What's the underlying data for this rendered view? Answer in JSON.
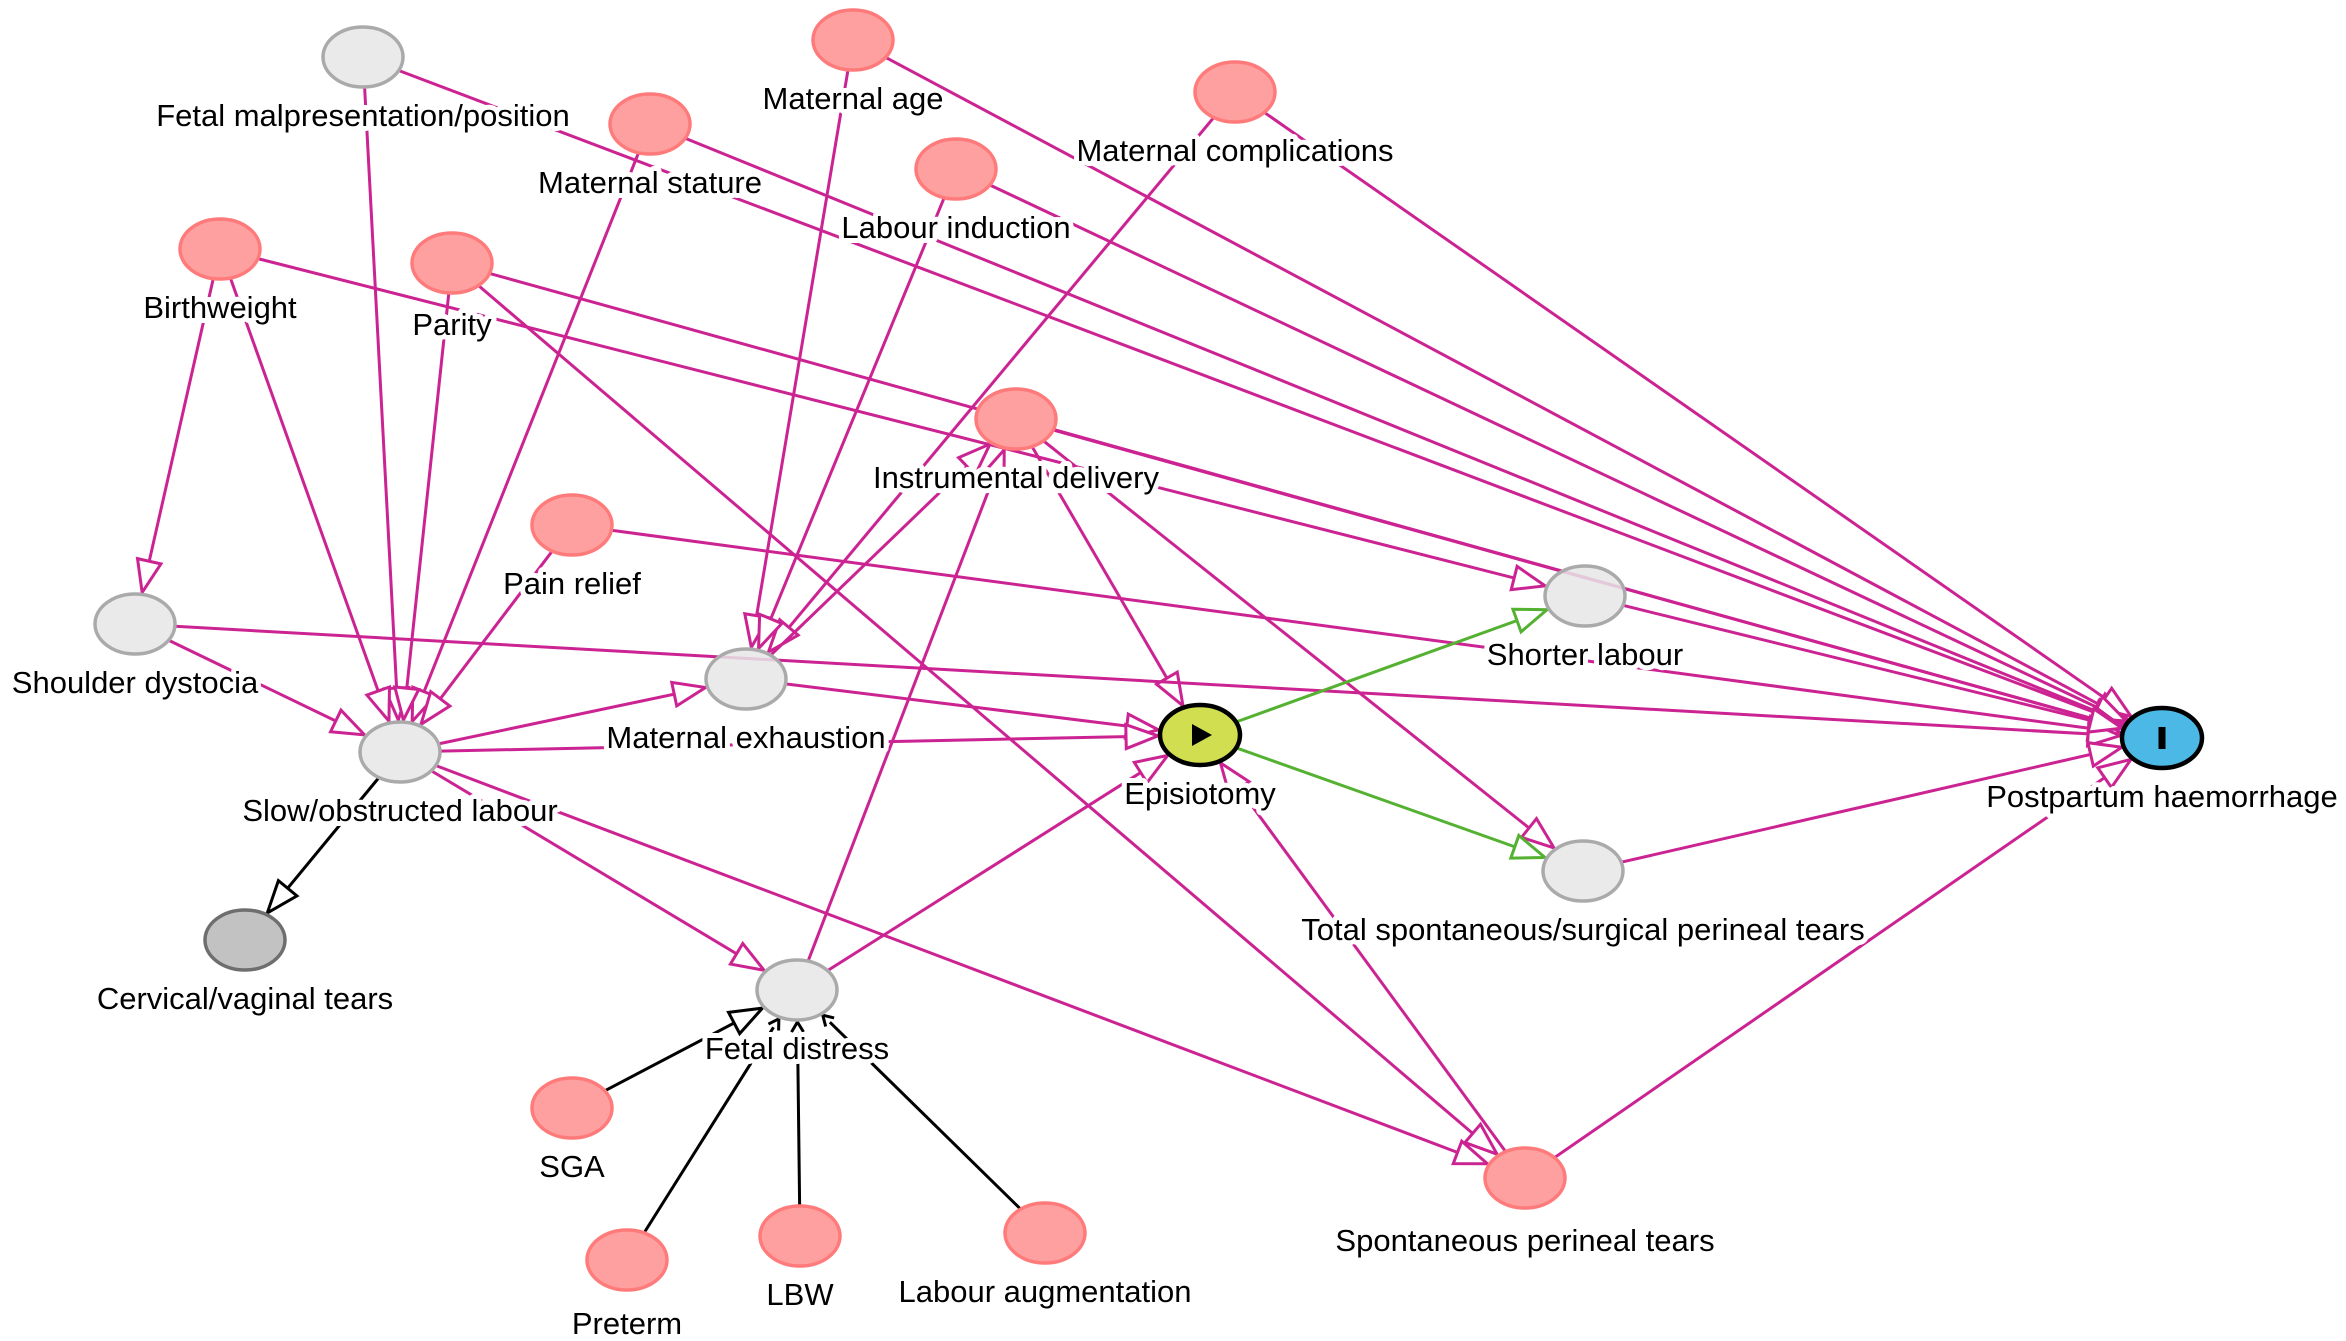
{
  "diagram": {
    "type": "causal-dag",
    "colors": {
      "causal_path": "#CC2392",
      "exposure_path": "#54B131",
      "other_path": "#000000",
      "exposure_fill": "#D0DE4F",
      "outcome_fill": "#4CB8E6",
      "ancestor_exposure_outcome_fill": "#FFA0A0",
      "ancestor_exposure_outcome_stroke": "#FF7A7A",
      "other_fill": "#E6E6E6",
      "other_stroke": "#AAAAAA",
      "adjusted_fill": "#C2C2C2",
      "adjusted_stroke": "#6E6E6E"
    },
    "nodes": [
      {
        "id": "fetal_malpresentation",
        "label": "Fetal malpresentation/position",
        "role": "other"
      },
      {
        "id": "maternal_age",
        "label": "Maternal age",
        "role": "ancestor"
      },
      {
        "id": "maternal_stature",
        "label": "Maternal stature",
        "role": "ancestor"
      },
      {
        "id": "maternal_complications",
        "label": "Maternal complications",
        "role": "ancestor"
      },
      {
        "id": "labour_induction",
        "label": "Labour induction",
        "role": "ancestor"
      },
      {
        "id": "birthweight",
        "label": "Birthweight",
        "role": "ancestor"
      },
      {
        "id": "parity",
        "label": "Parity",
        "role": "ancestor"
      },
      {
        "id": "instrumental_delivery",
        "label": "Instrumental delivery",
        "role": "ancestor"
      },
      {
        "id": "pain_relief",
        "label": "Pain relief",
        "role": "ancestor"
      },
      {
        "id": "shoulder_dystocia",
        "label": "Shoulder dystocia",
        "role": "other"
      },
      {
        "id": "maternal_exhaustion",
        "label": "Maternal exhaustion",
        "role": "other"
      },
      {
        "id": "slow_labour",
        "label": "Slow/obstructed labour",
        "role": "other"
      },
      {
        "id": "episiotomy",
        "label": "Episiotomy",
        "role": "exposure",
        "icon": "play-icon"
      },
      {
        "id": "shorter_labour",
        "label": "Shorter labour",
        "role": "other"
      },
      {
        "id": "pph",
        "label": "Postpartum haemorrhage",
        "role": "outcome",
        "icon": "outcome-bar-icon"
      },
      {
        "id": "total_tears",
        "label": "Total spontaneous/surgical perineal tears",
        "role": "other"
      },
      {
        "id": "cervical_tears",
        "label": "Cervical/vaginal tears",
        "role": "adjusted"
      },
      {
        "id": "fetal_distress",
        "label": "Fetal distress",
        "role": "other"
      },
      {
        "id": "sga",
        "label": "SGA",
        "role": "ancestor"
      },
      {
        "id": "preterm",
        "label": "Preterm",
        "role": "ancestor"
      },
      {
        "id": "lbw",
        "label": "LBW",
        "role": "ancestor"
      },
      {
        "id": "labour_augmentation",
        "label": "Labour augmentation",
        "role": "ancestor"
      },
      {
        "id": "spontaneous_tears",
        "label": "Spontaneous perineal tears",
        "role": "ancestor"
      }
    ],
    "edges": [
      {
        "from": "fetal_malpresentation",
        "to": "slow_labour",
        "kind": "causal"
      },
      {
        "from": "fetal_malpresentation",
        "to": "pph",
        "kind": "causal"
      },
      {
        "from": "maternal_age",
        "to": "maternal_exhaustion",
        "kind": "causal"
      },
      {
        "from": "maternal_age",
        "to": "pph",
        "kind": "causal"
      },
      {
        "from": "maternal_stature",
        "to": "slow_labour",
        "kind": "causal"
      },
      {
        "from": "maternal_stature",
        "to": "pph",
        "kind": "causal"
      },
      {
        "from": "maternal_complications",
        "to": "maternal_exhaustion",
        "kind": "causal"
      },
      {
        "from": "maternal_complications",
        "to": "pph",
        "kind": "causal"
      },
      {
        "from": "labour_induction",
        "to": "maternal_exhaustion",
        "kind": "causal"
      },
      {
        "from": "labour_induction",
        "to": "pph",
        "kind": "causal"
      },
      {
        "from": "birthweight",
        "to": "shoulder_dystocia",
        "kind": "causal"
      },
      {
        "from": "birthweight",
        "to": "slow_labour",
        "kind": "causal"
      },
      {
        "from": "birthweight",
        "to": "shorter_labour",
        "kind": "causal"
      },
      {
        "from": "parity",
        "to": "slow_labour",
        "kind": "causal"
      },
      {
        "from": "parity",
        "to": "pph",
        "kind": "causal"
      },
      {
        "from": "parity",
        "to": "spontaneous_tears",
        "kind": "causal"
      },
      {
        "from": "instrumental_delivery",
        "to": "episiotomy",
        "kind": "causal"
      },
      {
        "from": "instrumental_delivery",
        "to": "total_tears",
        "kind": "causal"
      },
      {
        "from": "instrumental_delivery",
        "to": "pph",
        "kind": "causal"
      },
      {
        "from": "pain_relief",
        "to": "slow_labour",
        "kind": "causal"
      },
      {
        "from": "pain_relief",
        "to": "pph",
        "kind": "causal"
      },
      {
        "from": "shoulder_dystocia",
        "to": "slow_labour",
        "kind": "causal"
      },
      {
        "from": "shoulder_dystocia",
        "to": "pph",
        "kind": "causal"
      },
      {
        "from": "maternal_exhaustion",
        "to": "instrumental_delivery",
        "kind": "causal"
      },
      {
        "from": "maternal_exhaustion",
        "to": "episiotomy",
        "kind": "causal"
      },
      {
        "from": "slow_labour",
        "to": "maternal_exhaustion",
        "kind": "causal"
      },
      {
        "from": "slow_labour",
        "to": "episiotomy",
        "kind": "causal"
      },
      {
        "from": "slow_labour",
        "to": "fetal_distress",
        "kind": "causal"
      },
      {
        "from": "slow_labour",
        "to": "spontaneous_tears",
        "kind": "causal"
      },
      {
        "from": "slow_labour",
        "to": "cervical_tears",
        "kind": "other"
      },
      {
        "from": "fetal_distress",
        "to": "instrumental_delivery",
        "kind": "causal"
      },
      {
        "from": "fetal_distress",
        "to": "episiotomy",
        "kind": "causal"
      },
      {
        "from": "sga",
        "to": "fetal_distress",
        "kind": "other"
      },
      {
        "from": "preterm",
        "to": "fetal_distress",
        "kind": "other-small"
      },
      {
        "from": "lbw",
        "to": "fetal_distress",
        "kind": "other-small"
      },
      {
        "from": "labour_augmentation",
        "to": "fetal_distress",
        "kind": "other-small"
      },
      {
        "from": "spontaneous_tears",
        "to": "episiotomy",
        "kind": "causal"
      },
      {
        "from": "spontaneous_tears",
        "to": "pph",
        "kind": "causal"
      },
      {
        "from": "episiotomy",
        "to": "shorter_labour",
        "kind": "exposure"
      },
      {
        "from": "episiotomy",
        "to": "total_tears",
        "kind": "exposure"
      },
      {
        "from": "shorter_labour",
        "to": "pph",
        "kind": "causal"
      },
      {
        "from": "total_tears",
        "to": "pph",
        "kind": "causal"
      }
    ]
  }
}
